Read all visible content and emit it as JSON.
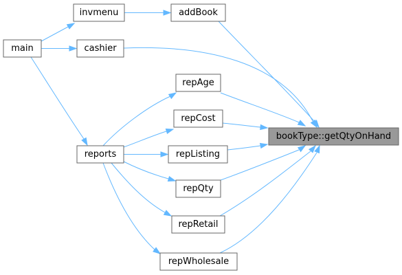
{
  "graph": {
    "colors": {
      "edge": "#63b8ff",
      "node_border": "#666666",
      "node_fill": "#ffffff",
      "focus_fill": "#999999"
    },
    "nodes": {
      "main": "main",
      "invmenu": "invmenu",
      "cashier": "cashier",
      "reports": "reports",
      "addBook": "addBook",
      "repAge": "repAge",
      "repCost": "repCost",
      "repListing": "repListing",
      "repQty": "repQty",
      "repRetail": "repRetail",
      "repWholesale": "repWholesale",
      "getQtyOnHand": "bookType::getQtyOnHand"
    },
    "edges": [
      [
        "main",
        "invmenu"
      ],
      [
        "main",
        "cashier"
      ],
      [
        "main",
        "reports"
      ],
      [
        "invmenu",
        "addBook"
      ],
      [
        "reports",
        "repAge"
      ],
      [
        "reports",
        "repCost"
      ],
      [
        "reports",
        "repListing"
      ],
      [
        "reports",
        "repQty"
      ],
      [
        "reports",
        "repRetail"
      ],
      [
        "reports",
        "repWholesale"
      ],
      [
        "addBook",
        "getQtyOnHand"
      ],
      [
        "cashier",
        "getQtyOnHand"
      ],
      [
        "repAge",
        "getQtyOnHand"
      ],
      [
        "repCost",
        "getQtyOnHand"
      ],
      [
        "repListing",
        "getQtyOnHand"
      ],
      [
        "repQty",
        "getQtyOnHand"
      ],
      [
        "repRetail",
        "getQtyOnHand"
      ],
      [
        "repWholesale",
        "getQtyOnHand"
      ]
    ]
  }
}
